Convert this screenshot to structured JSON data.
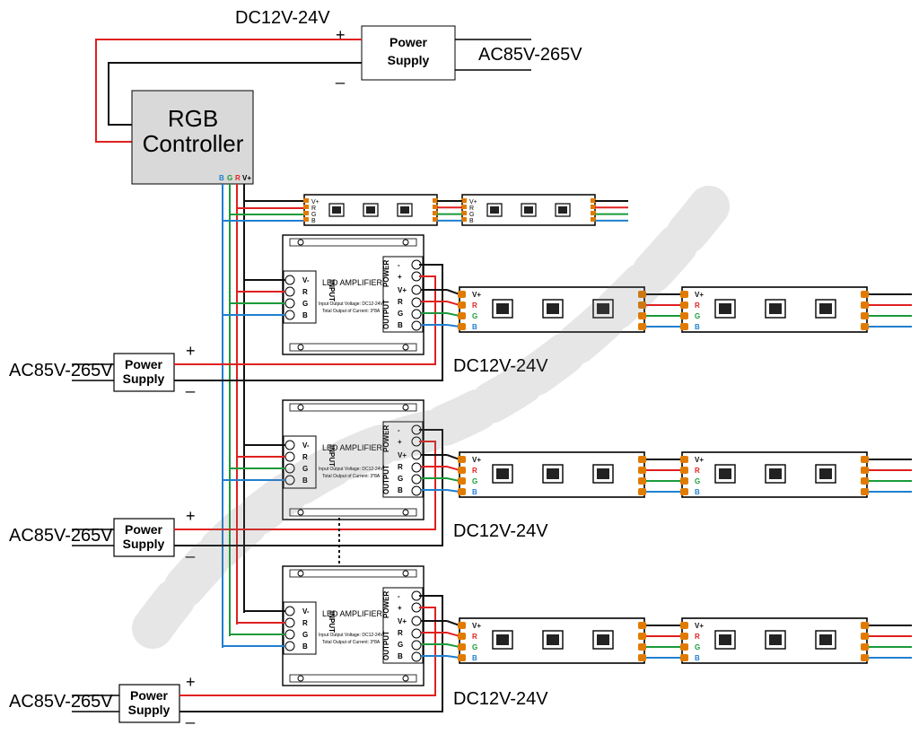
{
  "top": {
    "dc_label": "DC12V-24V",
    "plus": "+",
    "minus": "_",
    "power_supply_line1": "Power",
    "power_supply_line2": "Supply",
    "ac_label": "AC85V-265V"
  },
  "controller": {
    "line1": "RGB",
    "line2": "Controller",
    "pins": [
      "B",
      "G",
      "R",
      "V+"
    ]
  },
  "amplifier": {
    "title": "LED AMPLIFIER",
    "input_label": "INPUT",
    "output_label": "OUTPUT",
    "power_label": "POWER",
    "input_pins": [
      "V-",
      "R",
      "G",
      "B"
    ],
    "output_pins": [
      "B",
      "G",
      "R",
      "V+"
    ],
    "power_pins": [
      "+",
      "-"
    ],
    "spec1": "Input Output Voltage: DC12-24V",
    "spec2": "Total Output of Current: 3*8A"
  },
  "strip_pins": [
    "V+",
    "R",
    "G",
    "B"
  ],
  "sections": [
    {
      "ac_label": "AC85V-265V",
      "ps1": "Power",
      "ps2": "Supply",
      "plus": "+",
      "minus": "_",
      "dc_label": "DC12V-24V"
    },
    {
      "ac_label": "AC85V-265V",
      "ps1": "Power",
      "ps2": "Supply",
      "plus": "+",
      "minus": "_",
      "dc_label": "DC12V-24V"
    },
    {
      "ac_label": "AC85V-265V",
      "ps1": "Power",
      "ps2": "Supply",
      "plus": "+",
      "minus": "_",
      "dc_label": "DC12V-24V"
    }
  ],
  "colors": {
    "red": "#e02020",
    "green": "#1a9a3a",
    "blue": "#1f7fd0",
    "black": "#111111",
    "controller_fill": "#d9d9d9",
    "terminal": "#e07b00"
  }
}
